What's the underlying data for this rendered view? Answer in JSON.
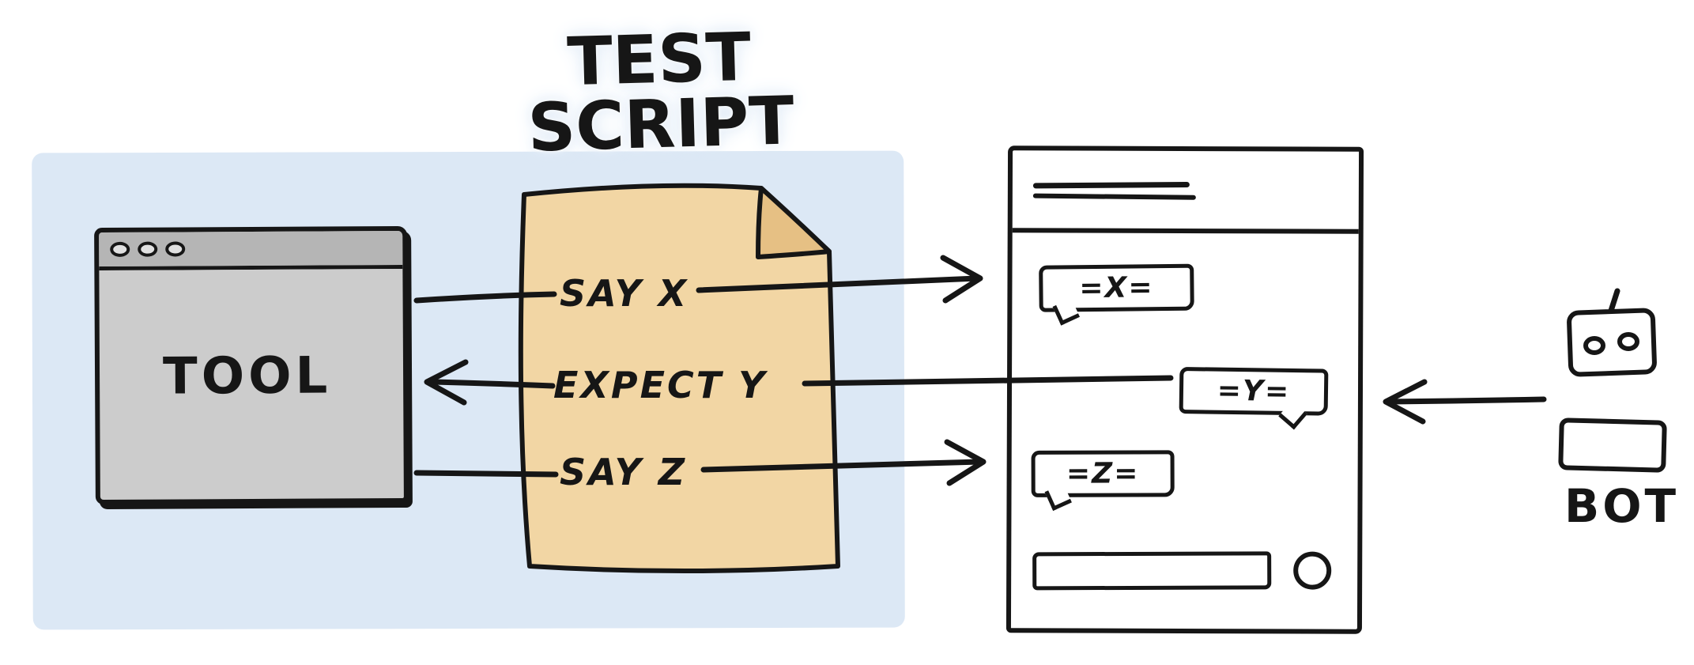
{
  "title": {
    "line1": "TEST",
    "line2": "SCRIPT"
  },
  "tool": {
    "label": "TOOL"
  },
  "script": {
    "steps": [
      {
        "label": "SAY X"
      },
      {
        "label": "EXPECT Y"
      },
      {
        "label": "SAY Z"
      }
    ]
  },
  "chat": {
    "messages": [
      {
        "text": "=X=",
        "align": "left"
      },
      {
        "text": "=Y=",
        "align": "right"
      },
      {
        "text": "=Z=",
        "align": "left"
      }
    ],
    "input": {
      "value": ""
    }
  },
  "bot": {
    "label": "BOT"
  },
  "flows": [
    {
      "from": "test-script",
      "step": "SAY X",
      "to": "chat-window",
      "direction": "right"
    },
    {
      "from": "chat-window",
      "step": "EXPECT Y",
      "to": "tool-window",
      "direction": "left"
    },
    {
      "from": "test-script",
      "step": "SAY Z",
      "to": "chat-window",
      "direction": "right"
    },
    {
      "from": "bot",
      "to": "chat-window",
      "direction": "left"
    }
  ],
  "colors": {
    "ink": "#161616",
    "highlight": "#dce8f5",
    "paper": "#f2d6a4",
    "paper_fold": "#e6c084",
    "window_body": "#cccccc",
    "window_titlebar": "#b5b5b5",
    "window_dot": "#e0e0e0"
  }
}
